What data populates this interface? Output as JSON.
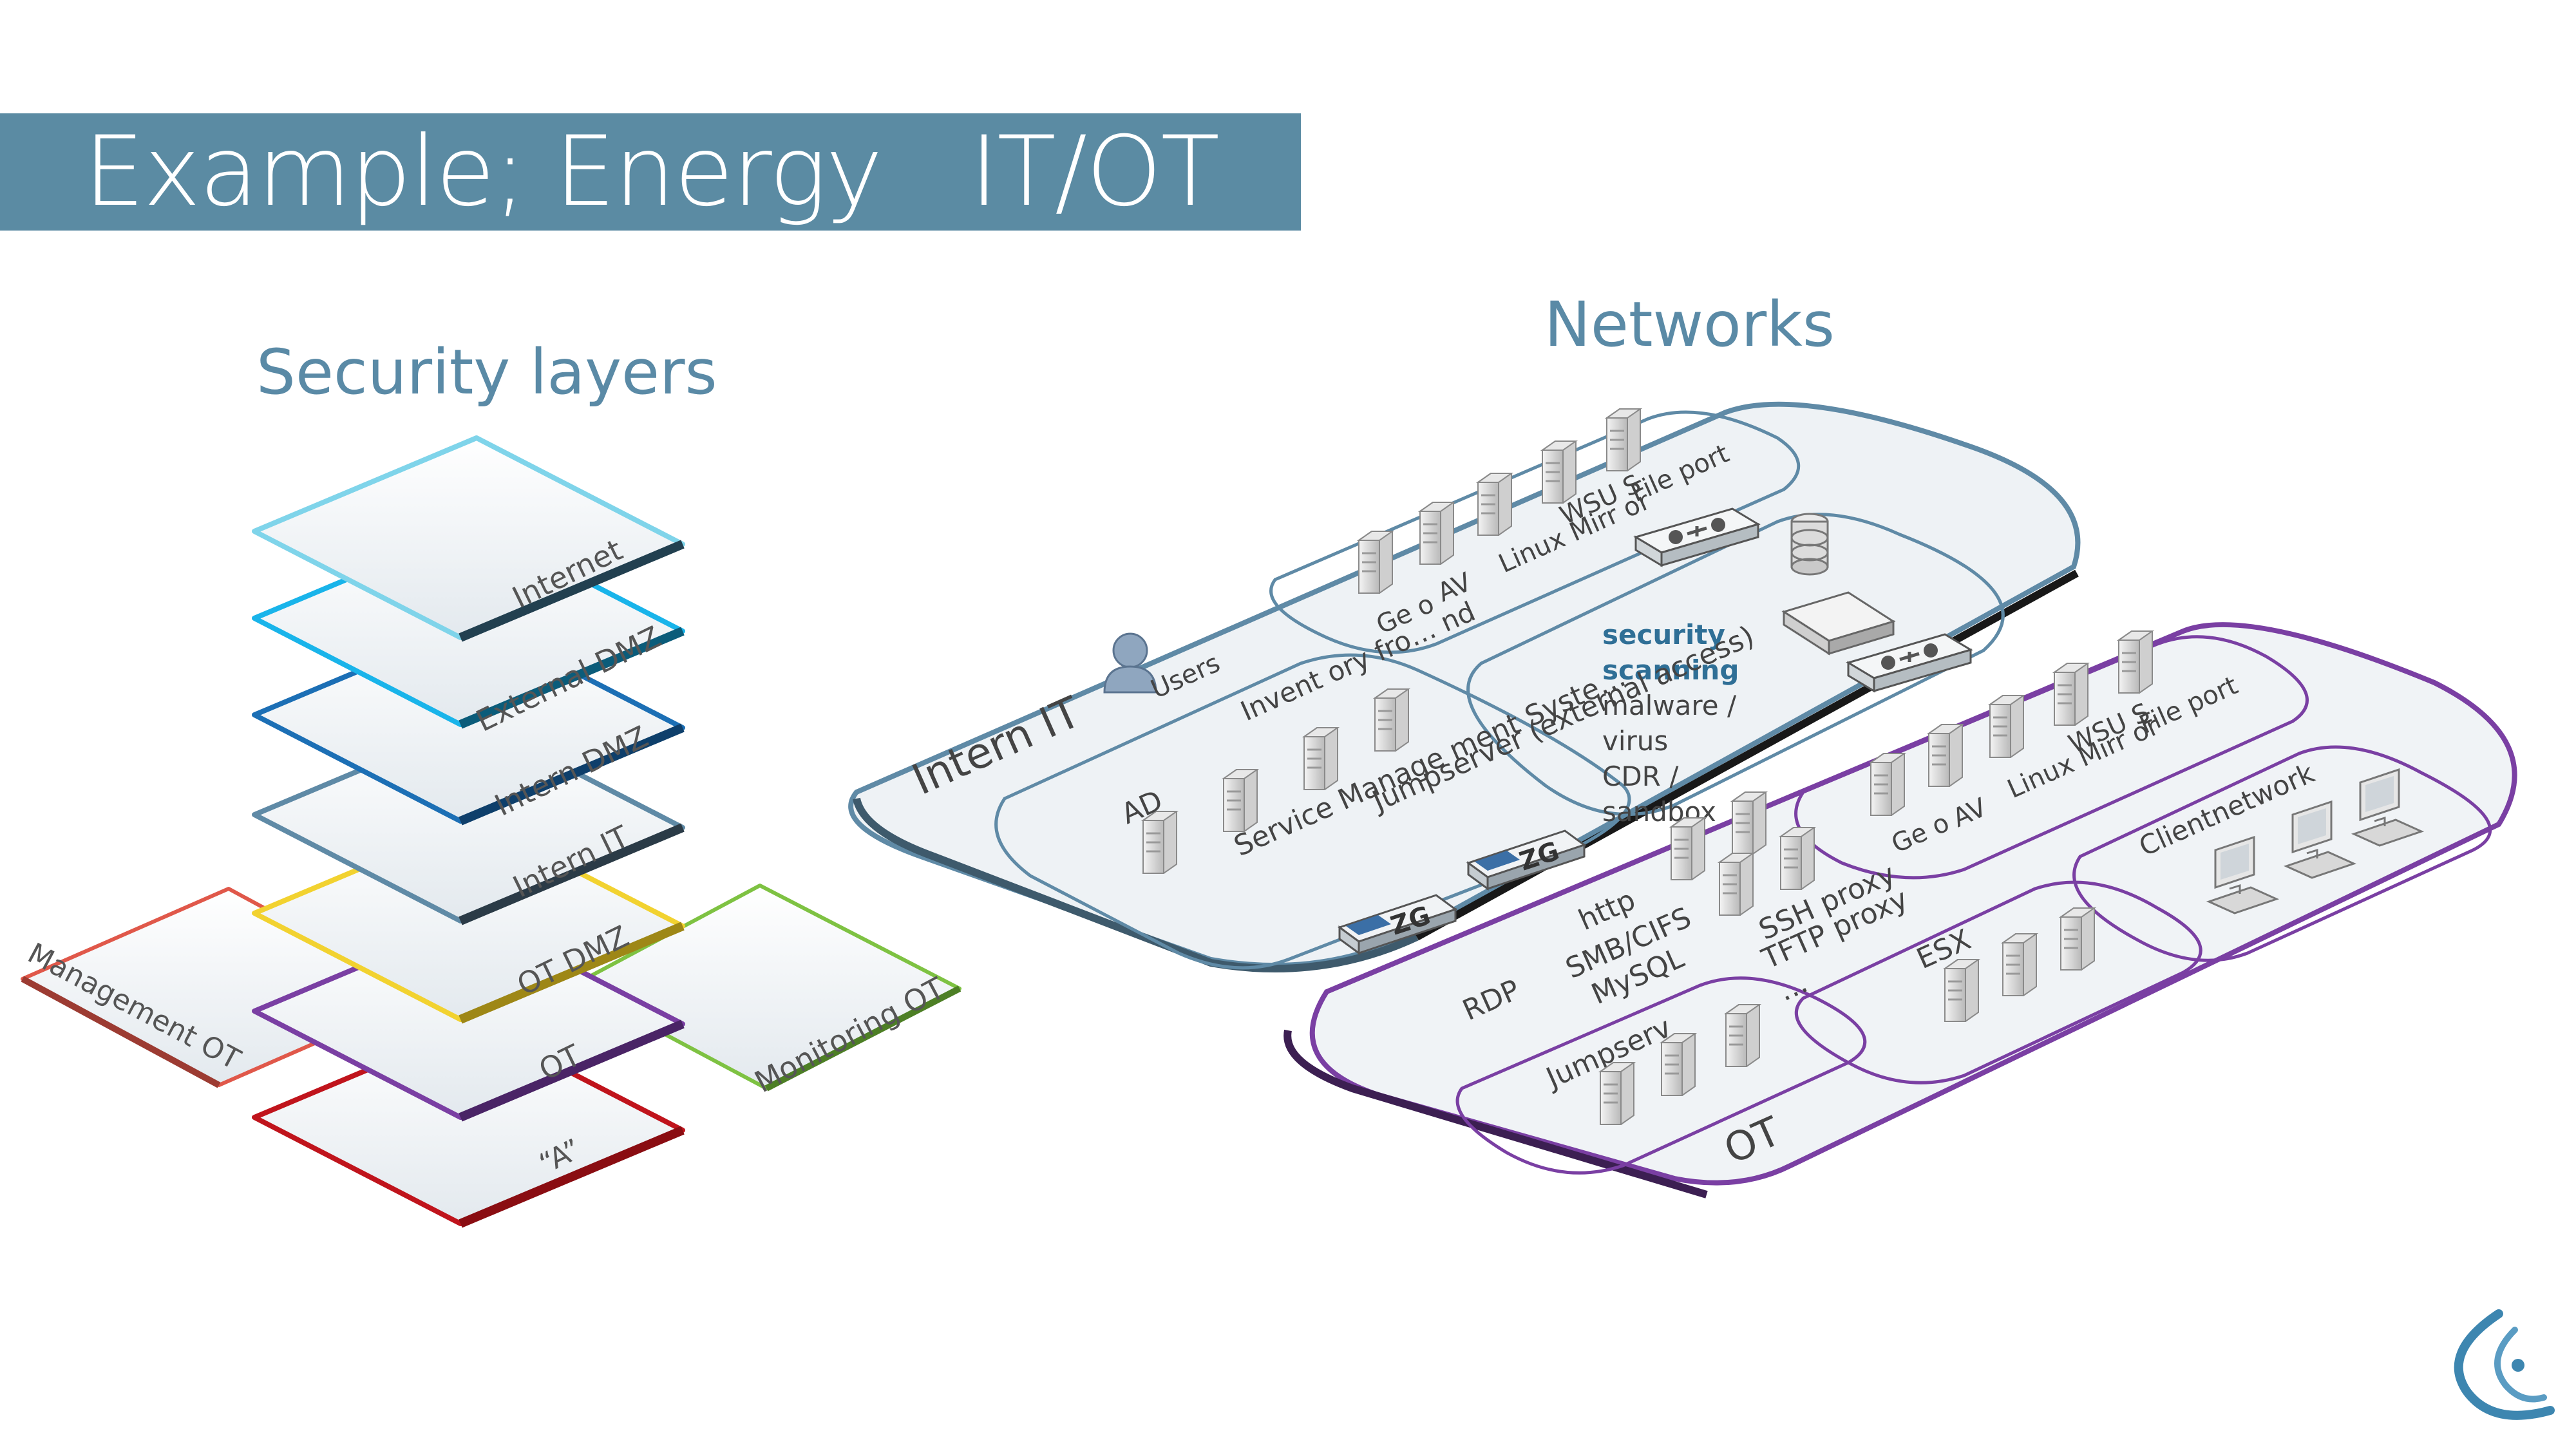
{
  "title": "Example; Energy   IT/OT",
  "headings": {
    "security_layers": "Security layers",
    "networks": "Networks"
  },
  "layers": [
    "Internet",
    "External DMZ",
    "Intern DMZ",
    "Intern IT",
    "OT DMZ",
    "OT",
    "“A”"
  ],
  "side_layers": {
    "left": "Management OT",
    "right": "Monitoring OT"
  },
  "colors": {
    "banner": "#5b8ba3",
    "heading": "#5a8aa6",
    "internet": "#7fd4ea",
    "external_dmz": "#19b4ea",
    "intern_dmz": "#1c6fb5",
    "intern_it": "#5f8aa6",
    "ot_dmz": "#f2d230",
    "ot": "#7a3fa3",
    "a": "#c0141c",
    "management_ot": "#e0584a",
    "monitoring_ot": "#7ec242",
    "it_zone": "#5f8aa6",
    "ot_zone": "#7a3fa3"
  },
  "network": {
    "intern_it": "Intern IT",
    "users": "Users",
    "ot": "OT",
    "it_servers": [
      "Ge o",
      "AV",
      "Linux Mirr or",
      "WSU S",
      "File port"
    ],
    "it_inner": [
      "AD",
      "Invent ory fro… nd",
      "Service Manage ment Syste…",
      "Jumpserver (external access)"
    ],
    "security_scanning": {
      "title_1": "security",
      "title_2": "scanning",
      "lines": [
        "malware /",
        "virus",
        "CDR /",
        "sandbox"
      ]
    },
    "zg": "ZG",
    "protocols": {
      "rdp": "RDP",
      "http": [
        "http",
        "SMB/CIFS",
        "MySQL"
      ],
      "ssh": [
        "SSH proxy",
        "TFTP proxy",
        "…"
      ]
    },
    "ot_servers": [
      "Ge o",
      "AV",
      "Linux Mirr or",
      "WSU S",
      "File port"
    ],
    "clientnetwork": "Clientnetwork",
    "esx": "ESX",
    "jumpserv": "Jumpserv"
  }
}
